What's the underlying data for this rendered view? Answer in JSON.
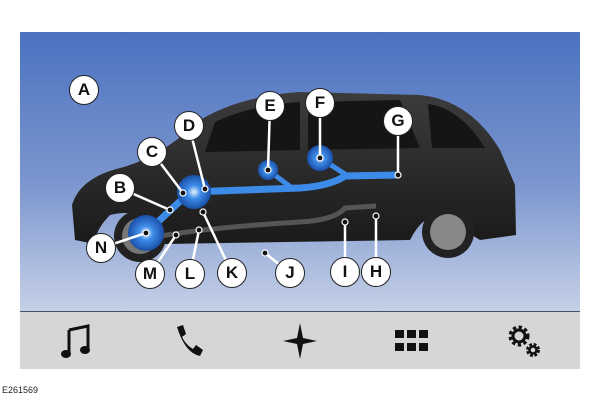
{
  "diagram": {
    "labels": [
      "A",
      "B",
      "C",
      "D",
      "E",
      "F",
      "G",
      "H",
      "I",
      "J",
      "K",
      "L",
      "M",
      "N"
    ]
  },
  "navbar": {
    "items": [
      {
        "name": "audio",
        "icon": "music-note-icon"
      },
      {
        "name": "phone",
        "icon": "phone-icon"
      },
      {
        "name": "navigation",
        "icon": "four-point-star-icon"
      },
      {
        "name": "apps",
        "icon": "grid-icon"
      },
      {
        "name": "settings",
        "icon": "gears-icon"
      }
    ]
  },
  "caption": "E261569",
  "colors": {
    "accent": "#3d8be8",
    "background_top": "#4a72c0",
    "background_bottom": "#c4d0e6",
    "navbar": "#d6d6d6"
  }
}
